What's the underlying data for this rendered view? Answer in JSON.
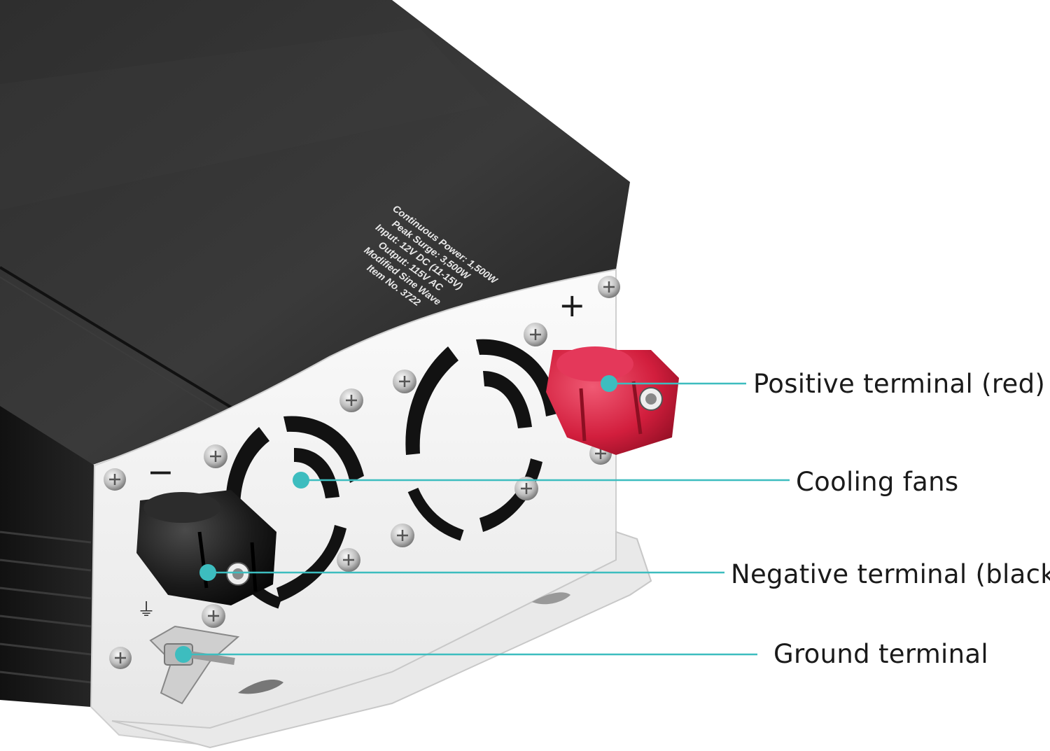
{
  "product": {
    "spec_label_lines": [
      "Continuous Power: 1,500W",
      "Peak Surge: 3,500W",
      "Input: 12V DC (11-15V)",
      "Output: 115V AC",
      "Modified Sine Wave",
      "Item No. 3722"
    ],
    "positive_symbol": "+",
    "negative_symbol": "−"
  },
  "callouts": {
    "positive": "Positive terminal (red)",
    "cooling": "Cooling fans",
    "negative": "Negative terminal (black)",
    "ground": "Ground terminal"
  },
  "colors": {
    "accent_teal": "#3dbdbf",
    "body_black": "#1b1b1b",
    "panel_white": "#f3f3f3",
    "positive_red": "#d8203f",
    "negative_black": "#141414"
  }
}
